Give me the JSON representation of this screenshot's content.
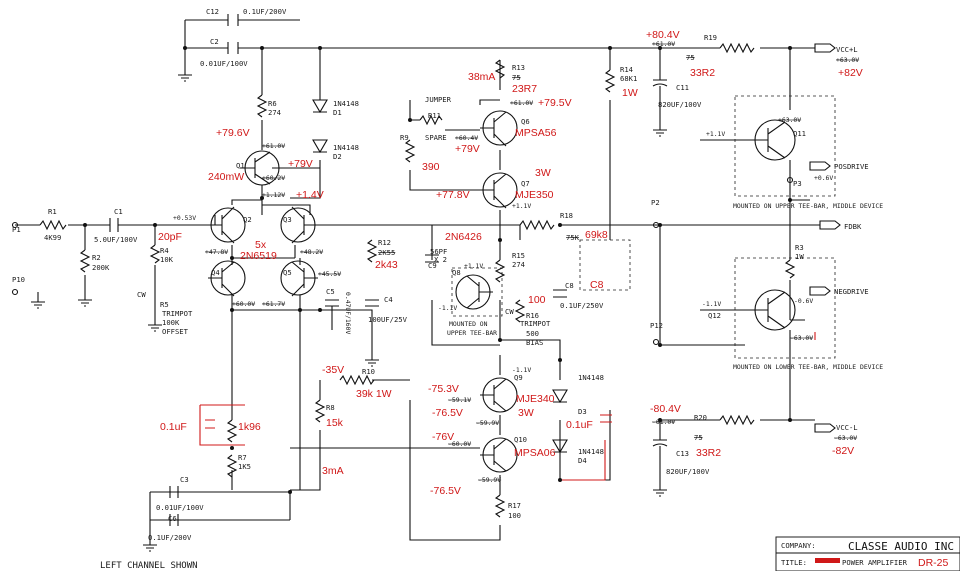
{
  "title_block": {
    "company_label": "COMPANY:",
    "company_value": "CLASSE AUDIO INC",
    "title_label": "TITLE:",
    "title_value": "POWER AMPLIFIER",
    "model_value": "DR-25"
  },
  "footer_note": "LEFT CHANNEL SHOWN",
  "ports": {
    "p1": "P1",
    "p10": "P10",
    "p2": "P2",
    "p3": "P3",
    "p12": "P12",
    "vccp": "VCC+L",
    "vccn": "VCC-L",
    "posdrive": "POSDRIVE",
    "negdrive": "NEGDRIVE",
    "fdbk": "FDBK"
  },
  "mount_notes": {
    "upper": "MOUNTED ON UPPER TEE-BAR, MIDDLE DEVICE",
    "lower": "MOUNTED ON LOWER TEE-BAR, MIDDLE DEVICE",
    "q8": [
      "MOUNTED ON",
      "UPPER TEE-BAR"
    ]
  },
  "parts": {
    "c12": "C12",
    "c12v": "0.1UF/200V",
    "c2": "C2",
    "c2v": "0.01UF/100V",
    "r6": "R6",
    "r6v": "274",
    "d1": "1N4148",
    "d1n": "D1",
    "d2": "1N4148",
    "d2n": "D2",
    "q1": "Q1",
    "r1": "R1",
    "r1v": "4K99",
    "c1": "C1",
    "c1v": "5.0UF/100V",
    "r2": "R2",
    "r2v": "200K",
    "r4": "R4",
    "r4v": "10K",
    "r5": "R5",
    "r5a": "TRIMPOT",
    "r5b": "100K",
    "r5c": "OFFSET",
    "cw": "CW",
    "q2": "Q2",
    "q3": "Q3",
    "q4": "Q4",
    "q5": "Q5",
    "r12": "R12",
    "r12v": "2K55",
    "c5": "C5",
    "c5v": "0.47UF/160V",
    "c4": "C4",
    "c4v": "100UF/25V",
    "r9": "R9",
    "r11": "R11",
    "jumper": "JUMPER",
    "spare": "SPARE",
    "r13": "R13",
    "r13v": "75",
    "q6": "Q6",
    "q7": "Q7",
    "r14": "R14",
    "r14v": "68K1",
    "c11": "C11",
    "c11v": "820UF/100V",
    "r19": "R19",
    "r19v": "75",
    "q11": "Q11",
    "r18": "R18",
    "r18v": "75K",
    "c9": "C9",
    "c9v": "56PF",
    "c9x": "X 2",
    "q8": "Q8",
    "r15": "R15",
    "r15v": "274",
    "c8": "C8",
    "c8v": "0.1UF/250V",
    "r16": "R16",
    "r16a": "TRIMPOT",
    "r16b": "500",
    "r16c": "BIAS",
    "r3": "R3",
    "r3v": "1W",
    "q12": "Q12",
    "r10": "R10",
    "r8": "R8",
    "r7": "R7",
    "r7v": "1K5",
    "c3": "C3",
    "c3v": "0.01UF/100V",
    "c6": "C6",
    "c6v": "0.1UF/200V",
    "q9": "Q9",
    "q10": "Q10",
    "d3": "1N4148",
    "d3n": "D3",
    "d4": "1N4148",
    "d4n": "D4",
    "r17": "R17",
    "r17v": "100",
    "c13": "C13",
    "c13v": "820UF/100V",
    "r20": "R20",
    "r20v": "75"
  },
  "printed_values": {
    "v_r19": "+61.0V",
    "v_vccp": "+63.0V",
    "v_q11b": "+1.1V",
    "v_q11c": "+63.0V",
    "v_posd": "+0.6V",
    "v_q12b": "-1.1V",
    "v_q12c": "-63.0V",
    "v_negd": "-0.6V",
    "v_r20": "-61.0V",
    "v_vccn": "-63.0V",
    "v_q1c": "+61.0V",
    "v_q1e": "+60.2V",
    "v_q2b": "+0.53V",
    "v_q2c": "+1.12V",
    "v_q2e": "+47.8V",
    "v_q3e": "+48.2V",
    "v_q5": "+45.5V",
    "v_q4e": "+60.0V",
    "v_q5e": "+61.7V",
    "v_r13": "+61.0V",
    "v_r11": "+60.4V",
    "v_q7e": "+1.1V",
    "v_q8b": "+1.1V",
    "v_q8e": "-1.1V",
    "v_q9b": "-59.1V",
    "v_q9e": "-1.1V",
    "v_q9": "-59.9V",
    "v_q10": "-60.0V",
    "v_r17": "-59.9V"
  },
  "annotations": {
    "a_80p": "+80.4V",
    "a_82p": "+82V",
    "a_33r2a": "33R2",
    "a_1w": "1W",
    "a_38ma": "38mA",
    "a_23r7": "23R7",
    "a_795": "+79.5V",
    "a_796": "+79.6V",
    "a_79b": "+79V",
    "a_79c": "+79V",
    "a_390": "390",
    "a_3w": "3W",
    "a_778": "+77.8V",
    "a_mje350": "MJE350",
    "a_mpsa56": "MPSA56",
    "a_240mw": "240mW",
    "a_14": "+1.4V",
    "a_20pf": "20pF",
    "a_5x": "5x",
    "a_2n6519": "2N6519",
    "a_2k43": "2k43",
    "a_2n6426": "2N6426",
    "a_c8": "C8",
    "a_100": "100",
    "a_69k8": "69k8",
    "a_m35": "-35V",
    "a_39k": "39k 1W",
    "a_15k": "15k",
    "a_3ma": "3mA",
    "a_01uf": "0.1uF",
    "a_1k96": "1k96",
    "a_753": "-75.3V",
    "a_765": "-76.5V",
    "a_mje340": "MJE340",
    "a_3w2": "3W",
    "a_01uf2": "0.1uF",
    "a_m76": "-76V",
    "a_mpsa06": "MPSA06",
    "a_m765": "-76.5V",
    "a_m804": "-80.4V",
    "a_33r2b": "33R2",
    "a_m82": "-82V"
  }
}
